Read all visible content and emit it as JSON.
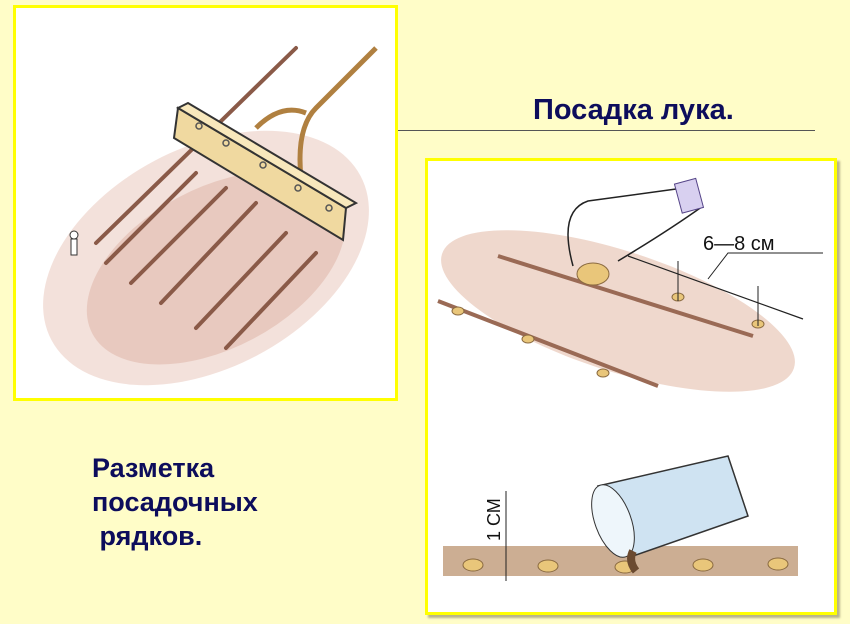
{
  "slide": {
    "title": "Посадка лука.",
    "caption_lines": [
      "Разметка",
      "посадочных",
      " рядков."
    ],
    "background_color": "#fffdc8",
    "frame_border_color": "#ffff00",
    "text_color": "#0d0d5c"
  },
  "illustrations": {
    "rake_marking": {
      "description": "rake marking planting rows in soil"
    },
    "onion_planting": {
      "spacing_label": "6—8 см"
    },
    "covering_soil": {
      "depth_label": "1 СМ"
    }
  }
}
